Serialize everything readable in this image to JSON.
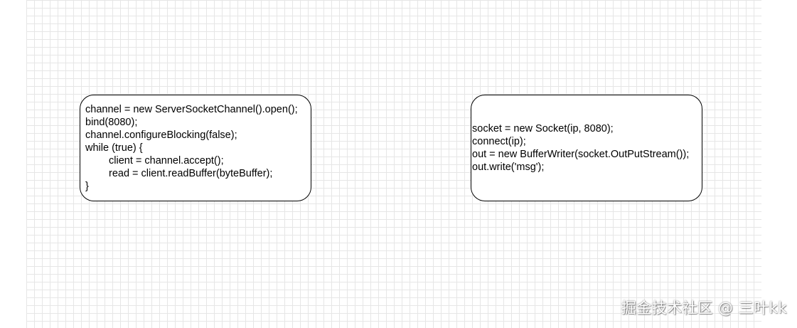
{
  "diagram": {
    "server_box": {
      "lines": [
        "channel = new ServerSocketChannel().open();",
        "bind(8080);",
        "channel.configureBlocking(false);",
        "while (true) {",
        "client = channel.accept();",
        "read = client.readBuffer(byteBuffer);",
        "}"
      ]
    },
    "client_box": {
      "lines": [
        "socket = new Socket(ip, 8080);",
        "connect(ip);",
        "out = new BufferWriter(socket.OutPutStream());",
        "out.write('msg');"
      ]
    }
  },
  "watermark": {
    "text": "掘金技术社区 @ 三叶kk"
  },
  "colors": {
    "grid_minor": "#e6e6e6",
    "grid_major": "#d4d4d4",
    "box_border": "#000000",
    "box_fill": "#ffffff",
    "text": "#000000"
  }
}
